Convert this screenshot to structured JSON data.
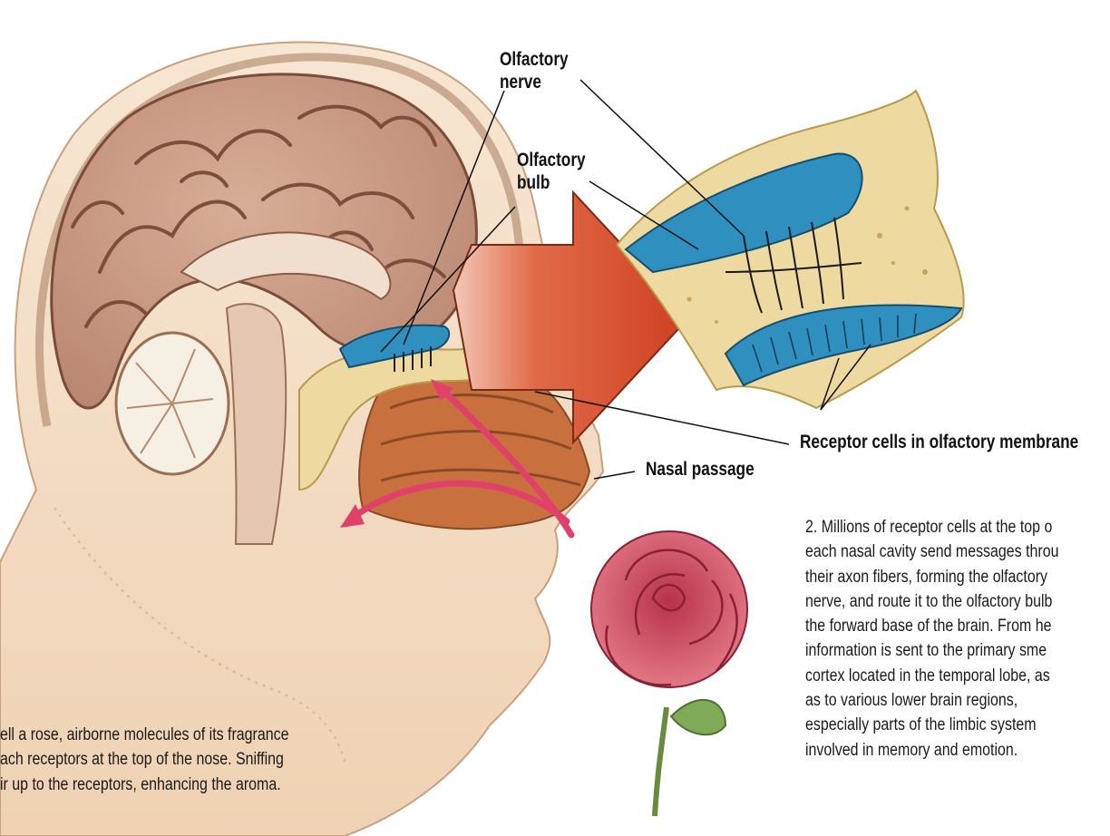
{
  "labels": {
    "olfactory_nerve": "Olfactory\nnerve",
    "olfactory_bulb": "Olfactory\nbulb",
    "receptor_cells": "Receptor cells in olfactory membrane",
    "nasal_passage": "Nasal passage"
  },
  "captions": {
    "step1": "ell a rose, airborne molecules of its fragrance\nach receptors at the top of the nose. Sniffing\nir up to the receptors, enhancing the aroma.",
    "step2": "2. Millions of receptor cells at the top o\neach nasal cavity send messages throu\ntheir axon fibers, forming the olfactory\nnerve, and route it to the olfactory bulb\nthe forward base of the brain. From he\ninformation is sent to the primary sme\ncortex located in the temporal lobe, as\nas to various lower brain regions,\nespecially parts of the limbic system\ninvolved in memory and emotion."
  },
  "colors": {
    "skin": "#f3dcc2",
    "brain": "#c9977f",
    "brain_fold": "#8a5a47",
    "olfactory_bulb": "#2f8fbf",
    "arrow_big": "#d9482c",
    "airflow_arrow": "#e0406a",
    "rose": "#d9576a",
    "leaf": "#7faa58",
    "bone": "#e9d28f"
  }
}
